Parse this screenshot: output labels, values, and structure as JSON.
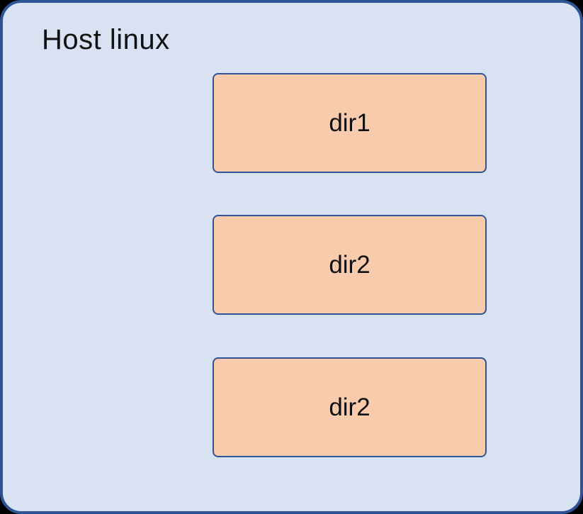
{
  "diagram": {
    "title": "Host linux",
    "boxes": [
      {
        "label": "dir1"
      },
      {
        "label": "dir2"
      },
      {
        "label": "dir2"
      }
    ],
    "colors": {
      "canvas": "#000000",
      "container_fill": "#D9E2F3",
      "container_border": "#2E5496",
      "box_fill": "#F8CBAD",
      "box_border": "#2F5597",
      "text": "#111111"
    }
  }
}
